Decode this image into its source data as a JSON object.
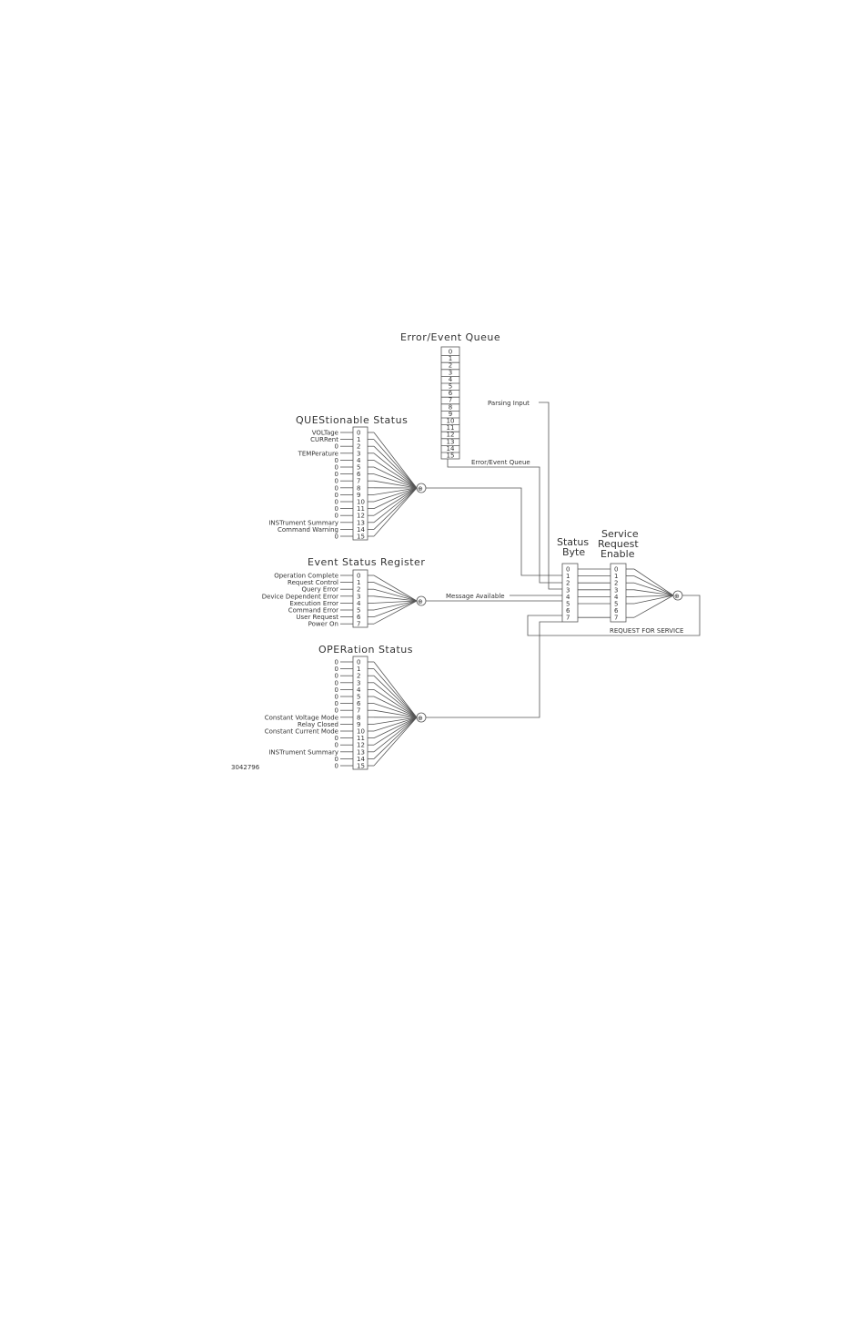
{
  "error_queue": {
    "title": "Error/Event Queue",
    "bits": [
      "0",
      "1",
      "2",
      "3",
      "4",
      "5",
      "6",
      "7",
      "8",
      "9",
      "10",
      "11",
      "12",
      "13",
      "14",
      "15"
    ],
    "output_label": "Error/Event Queue"
  },
  "parsing_input_label": "Parsing Input",
  "questionable": {
    "title": "QUEStionable Status",
    "inputs": [
      "VOLTage",
      "CURRent",
      "0",
      "TEMPerature",
      "0",
      "0",
      "0",
      "0",
      "0",
      "0",
      "0",
      "0",
      "0",
      "INSTrument Summary",
      "Command Warning",
      "0"
    ],
    "bits": [
      "0",
      "1",
      "2",
      "3",
      "4",
      "5",
      "6",
      "7",
      "8",
      "9",
      "10",
      "11",
      "12",
      "13",
      "14",
      "15"
    ]
  },
  "event_status": {
    "title": "Event Status Register",
    "inputs": [
      "Operation Complete",
      "Request Control",
      "Query Error",
      "Device Dependent Error",
      "Execution Error",
      "Command Error",
      "User Request",
      "Power On"
    ],
    "bits": [
      "0",
      "1",
      "2",
      "3",
      "4",
      "5",
      "6",
      "7"
    ],
    "output_label": "Message Available"
  },
  "operation": {
    "title": "OPERation Status",
    "inputs": [
      "0",
      "0",
      "0",
      "0",
      "0",
      "0",
      "0",
      "0",
      "Constant Voltage Mode",
      "Relay Closed",
      "Constant Current Mode",
      "0",
      "0",
      "INSTrument Summary",
      "0",
      "0"
    ],
    "bits": [
      "0",
      "1",
      "2",
      "3",
      "4",
      "5",
      "6",
      "7",
      "8",
      "9",
      "10",
      "11",
      "12",
      "13",
      "14",
      "15"
    ]
  },
  "status_byte": {
    "title_line1": "Status",
    "title_line2": "Byte",
    "bits": [
      "0",
      "1",
      "2",
      "3",
      "4",
      "5",
      "6",
      "7"
    ]
  },
  "service_request": {
    "title_line1": "Service",
    "title_line2": "Request",
    "title_line3": "Enable",
    "bits": [
      "0",
      "1",
      "2",
      "3",
      "4",
      "5",
      "6",
      "7"
    ]
  },
  "request_for_service_label": "REQUEST FOR SERVICE",
  "or_symbol": "⊕",
  "figure_id": "3042796"
}
